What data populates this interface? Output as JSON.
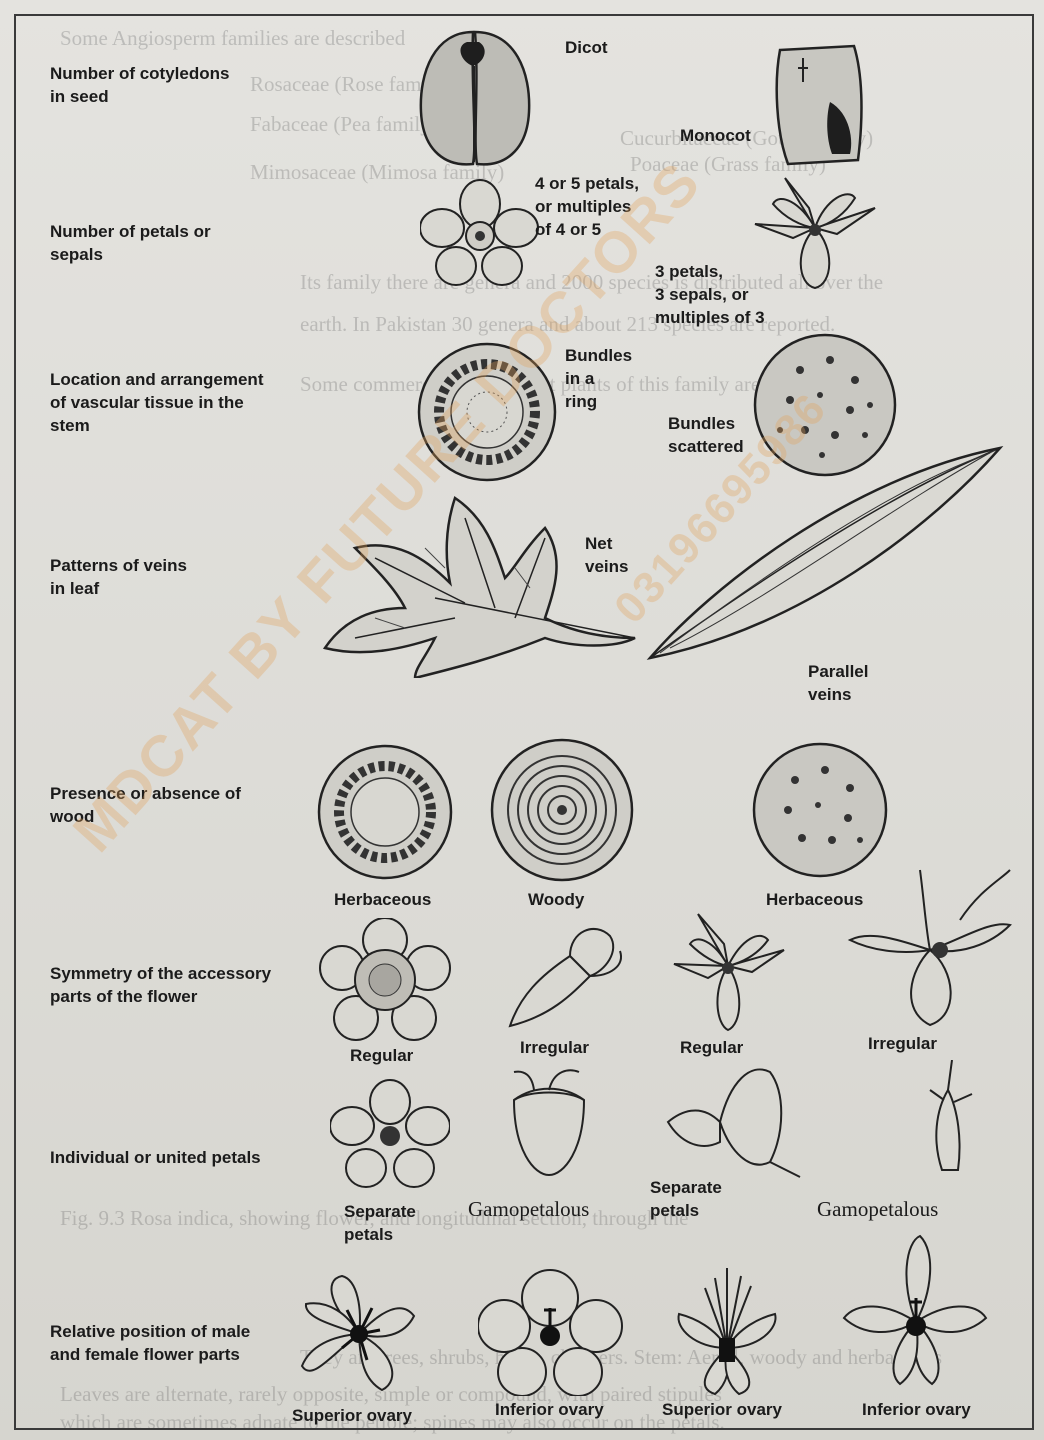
{
  "rows": {
    "cotyledons": "Number of cotyledons\nin seed",
    "petals": "Number of petals or\nsepals",
    "vascular": "Location and arrangement\nof vascular tissue in the\nstem",
    "veins": "Patterns of veins\nin leaf",
    "wood": "Presence or absence of\nwood",
    "symmetry": "Symmetry of the accessory\nparts of the flower",
    "united": "Individual or united petals",
    "position": "Relative position of male\nand female flower parts"
  },
  "captions": {
    "dicot": "Dicot",
    "monocot": "Monocot",
    "dicot_petals": "4 or 5 petals,\nor multiples\nof 4 or 5",
    "monocot_petals": "3 petals,\n3 sepals, or\nmultiples of 3",
    "bundles_ring": "Bundles\nin a\nring",
    "bundles_scattered": "Bundles\nscattered",
    "net_veins": "Net\nveins",
    "parallel_veins": "Parallel\nveins",
    "herbaceous_1": "Herbaceous",
    "woody": "Woody",
    "herbaceous_2": "Herbaceous",
    "regular_1": "Regular",
    "irregular_1": "Irregular",
    "regular_2": "Regular",
    "irregular_2": "Irregular",
    "separate_1": "Separate\npetals",
    "gamopetalous_1": "Gamopetalous",
    "separate_2": "Separate\npetals",
    "gamopetalous_2": "Gamopetalous",
    "superior_1": "Superior ovary",
    "inferior_1": "Inferior ovary",
    "superior_2": "Superior ovary",
    "inferior_2": "Inferior ovary"
  },
  "watermark": {
    "line1": "MDCAT BY FUTURE DOCTORS",
    "line2": "03196695986"
  },
  "bleed_text": [
    "Some Angiosperm families are described",
    "Rosaceae (Rose family)",
    "Fabaceae (Pea family)",
    "Cucurbitaceae (Gourd family)",
    "Mimosaceae (Mimosa family)",
    "Poaceae (Grass family)",
    "Its family there are genera and 2000 species is distributed all over the",
    "earth. In Pakistan 30 genera and about 213 species are reported.",
    "Some commercially important plants of this family are listed here",
    "Gamopetalous",
    "Fig. 9.3 Rosa indica, showing flower, and longitudinal section, through the",
    "They are trees, shrubs, herbs, climbers. Stem: Aerial, woody and herbaceous",
    "Leaves are alternate, rarely opposite, simple or compound, with paired stipules",
    "which are sometimes adnate to the petiole; spines may also occur on the petals."
  ],
  "colors": {
    "ink": "#1b1b1b",
    "paper": "#dcdbd6",
    "watermark": "#e2a25b"
  }
}
